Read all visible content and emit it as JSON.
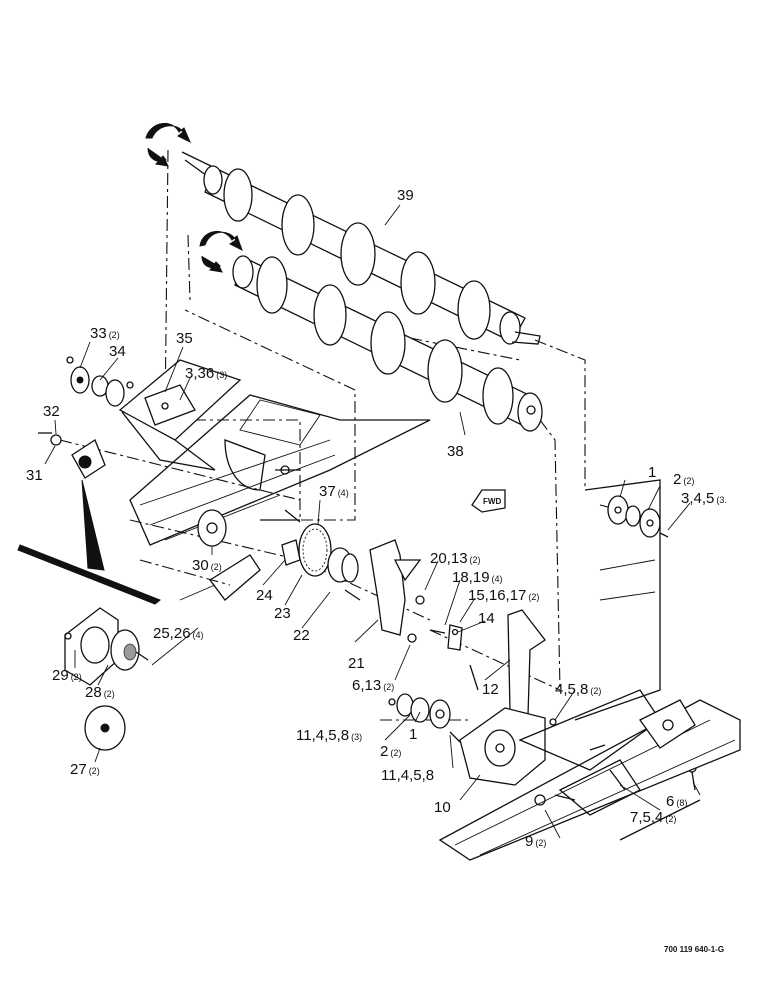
{
  "callouts": [
    {
      "id": "c39",
      "main": "39",
      "sub": ""
    },
    {
      "id": "c38",
      "main": "38",
      "sub": ""
    },
    {
      "id": "c33",
      "main": "33",
      "sub": "(2)"
    },
    {
      "id": "c34",
      "main": "34",
      "sub": ""
    },
    {
      "id": "c35",
      "main": "35",
      "sub": ""
    },
    {
      "id": "c3_36",
      "main": "3,36",
      "sub": "(3)"
    },
    {
      "id": "c32",
      "main": "32",
      "sub": ""
    },
    {
      "id": "c31",
      "main": "31",
      "sub": ""
    },
    {
      "id": "c37",
      "main": "37",
      "sub": "(4)"
    },
    {
      "id": "c30",
      "main": "30",
      "sub": "(2)"
    },
    {
      "id": "c24",
      "main": "24",
      "sub": ""
    },
    {
      "id": "c23",
      "main": "23",
      "sub": ""
    },
    {
      "id": "c22",
      "main": "22",
      "sub": ""
    },
    {
      "id": "c25_26",
      "main": "25,26",
      "sub": "(4)"
    },
    {
      "id": "c29",
      "main": "29",
      "sub": "(2)"
    },
    {
      "id": "c28",
      "main": "28",
      "sub": "(2)"
    },
    {
      "id": "c27",
      "main": "27",
      "sub": "(2)"
    },
    {
      "id": "c21",
      "main": "21",
      "sub": ""
    },
    {
      "id": "c20_13",
      "main": "20,13",
      "sub": "(2)"
    },
    {
      "id": "c18_19",
      "main": "18,19",
      "sub": "(4)"
    },
    {
      "id": "c15_16_17",
      "main": "15,16,17",
      "sub": "(2)"
    },
    {
      "id": "c14",
      "main": "14",
      "sub": ""
    },
    {
      "id": "c12",
      "main": "12",
      "sub": ""
    },
    {
      "id": "c6_13",
      "main": "6,13",
      "sub": "(2)"
    },
    {
      "id": "c1a",
      "main": "1",
      "sub": ""
    },
    {
      "id": "c2a",
      "main": "2",
      "sub": "(2)"
    },
    {
      "id": "c3_4_5",
      "main": "3,4,5",
      "sub": "(3."
    },
    {
      "id": "c4_5_8",
      "main": "4,5,8",
      "sub": "(2)"
    },
    {
      "id": "c11_4_5_8_3",
      "main": "11,4,5,8",
      "sub": "(3)"
    },
    {
      "id": "c1b",
      "main": "1",
      "sub": ""
    },
    {
      "id": "c2b",
      "main": "2",
      "sub": "(2)"
    },
    {
      "id": "c11_4_5_8",
      "main": "11,4,5,8",
      "sub": ""
    },
    {
      "id": "c10",
      "main": "10",
      "sub": ""
    },
    {
      "id": "c6_8",
      "main": "6",
      "sub": "(8)"
    },
    {
      "id": "c7_5_4",
      "main": "7,5,4",
      "sub": "(2)"
    },
    {
      "id": "c9",
      "main": "9",
      "sub": "(2)"
    }
  ],
  "direction_tag": "FWD",
  "drawing_number": "700 119 640-1-G"
}
